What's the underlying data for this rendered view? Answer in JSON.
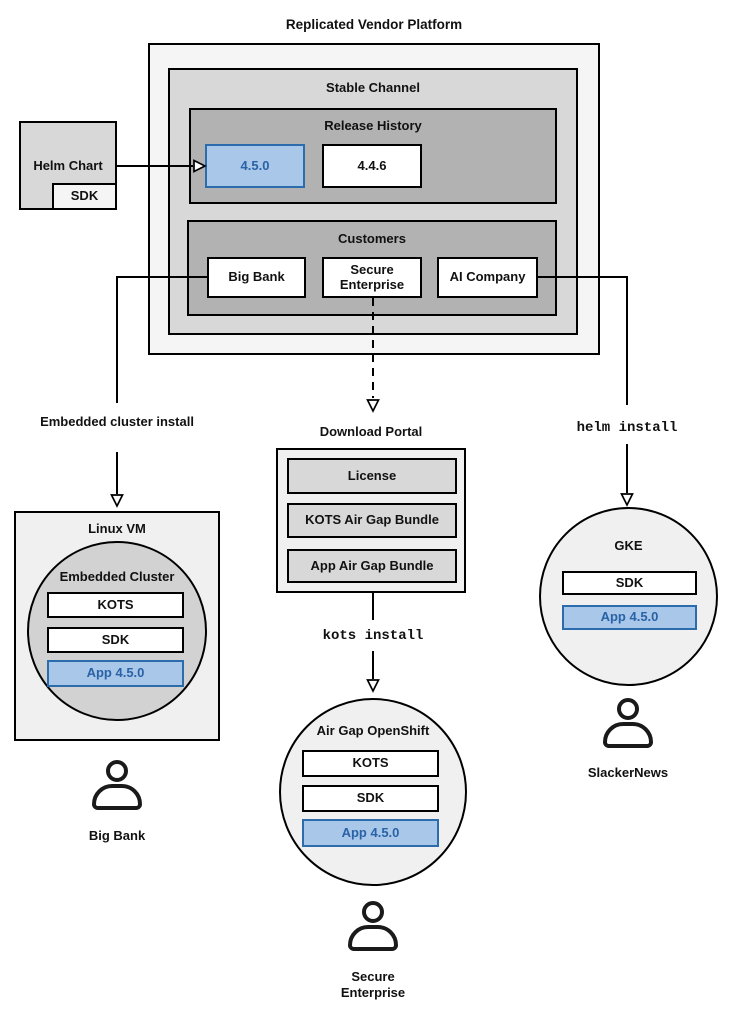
{
  "title": "Replicated Vendor Platform",
  "colors": {
    "highlight_fill": "#a9c7e9",
    "highlight_border": "#2c6cac",
    "highlight_text": "#2962a6"
  },
  "platform": {
    "stable_channel": {
      "label": "Stable Channel",
      "release_history": {
        "label": "Release History",
        "releases": [
          "4.5.0",
          "4.4.6"
        ]
      },
      "customers": {
        "label": "Customers",
        "items": [
          "Big Bank",
          "Secure Enterprise",
          "AI Company"
        ]
      }
    }
  },
  "helm_chart": {
    "label": "Helm Chart",
    "sdk": "SDK"
  },
  "connectors": {
    "embedded_cluster_install": "Embedded cluster install",
    "helm_install": "helm install",
    "kots_install": "kots install"
  },
  "download_portal": {
    "label": "Download Portal",
    "items": [
      "License",
      "KOTS Air Gap Bundle",
      "App Air Gap Bundle"
    ]
  },
  "deployments": {
    "linux_vm": {
      "label": "Linux VM",
      "cluster": "Embedded Cluster",
      "components": [
        "KOTS",
        "SDK"
      ],
      "app": "App 4.5.0",
      "user": "Big Bank"
    },
    "air_gap_openshift": {
      "label": "Air Gap OpenShift",
      "components": [
        "KOTS",
        "SDK"
      ],
      "app": "App 4.5.0",
      "user": "Secure Enterprise"
    },
    "gke": {
      "label": "GKE",
      "components": [
        "SDK"
      ],
      "app": "App 4.5.0",
      "user": "SlackerNews"
    }
  }
}
